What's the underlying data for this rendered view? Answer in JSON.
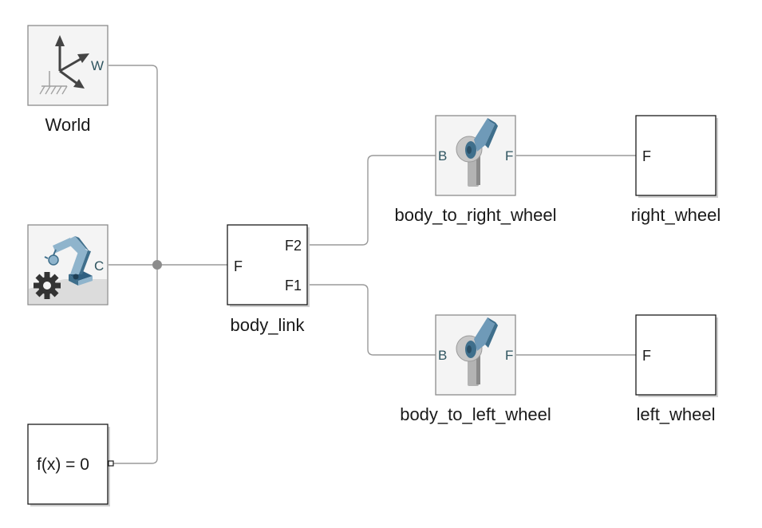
{
  "blocks": {
    "world": {
      "label": "World",
      "port_w": "W"
    },
    "config": {
      "port_c": "C"
    },
    "solver": {
      "expr": "f(x) = 0"
    },
    "body_link": {
      "label": "body_link",
      "port_f": "F",
      "port_f2": "F2",
      "port_f1": "F1"
    },
    "right_joint": {
      "label": "body_to_right_wheel",
      "port_b": "B",
      "port_f": "F"
    },
    "left_joint": {
      "label": "body_to_left_wheel",
      "port_b": "B",
      "port_f": "F"
    },
    "right_wheel": {
      "label": "right_wheel",
      "port_f": "F"
    },
    "left_wheel": {
      "label": "left_wheel",
      "port_f": "F"
    }
  },
  "icons": {
    "world": "world-frame-icon",
    "config": "mechanism-configuration-icon",
    "joint": "revolute-joint-icon"
  },
  "colors": {
    "wire": "#9a9a9a",
    "joint_blue": "#3f6f8c",
    "joint_gray": "#b3b3b3"
  }
}
